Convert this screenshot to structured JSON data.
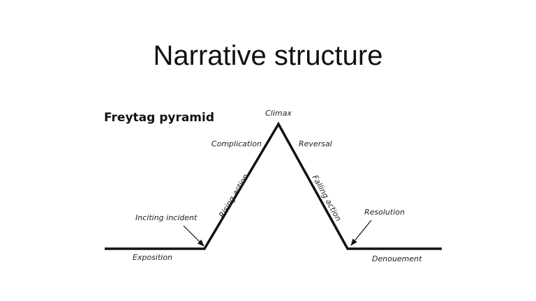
{
  "slide": {
    "title": "Narrative structure"
  },
  "diagram": {
    "heading": "Freytag pyramid",
    "labels": {
      "climax": "Climax",
      "complication": "Complication",
      "reversal": "Reversal",
      "rising_action": "Rising action",
      "falling_action": "Falling action",
      "inciting_incident": "Inciting incident",
      "resolution": "Resolution",
      "exposition": "Exposition",
      "denouement": "Denouement"
    },
    "colors": {
      "line": "#111111",
      "text": "#222222"
    }
  }
}
